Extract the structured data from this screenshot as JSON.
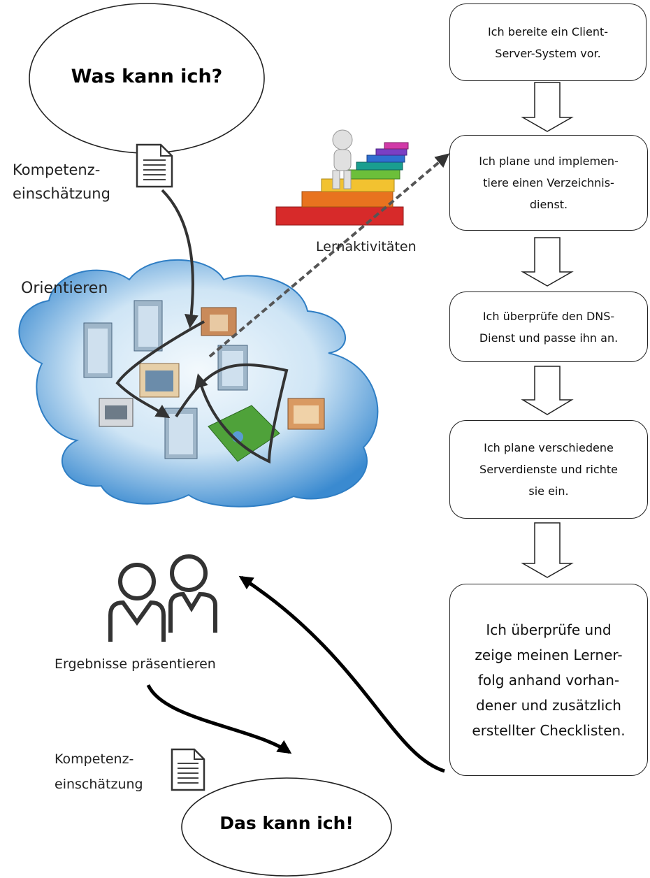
{
  "start": {
    "title": "Was kann ich?"
  },
  "end": {
    "title": "Das kann ich!"
  },
  "labels": {
    "assessment_top": [
      "Kompetenz-",
      "einschätzung"
    ],
    "orientieren": "Orientieren",
    "learning": "Lernaktivitäten",
    "present": "Ergebnisse präsentieren",
    "assessment_bottom": [
      "Kompetenz-",
      "einschätzung"
    ]
  },
  "steps": [
    {
      "lines": [
        "Ich bereite ein Client-",
        "Server-System vor."
      ]
    },
    {
      "lines": [
        "Ich plane und  implemen-",
        "tiere einen Verzeichnis-",
        "dienst."
      ]
    },
    {
      "lines": [
        "Ich überprüfe den  DNS-",
        "Dienst und passe ihn an."
      ]
    },
    {
      "lines": [
        "Ich plane verschiedene",
        "Serverdienste und richte",
        "sie ein."
      ]
    },
    {
      "lines": [
        "Ich überprüfe und",
        "zeige meinen Lerner-",
        "folg anhand vorhan-",
        "dener und zusätzlich",
        "erstellter Checklisten."
      ]
    }
  ],
  "colors": {
    "cloud_dark": "#2f7ec4",
    "cloud_light": "#eef6fc",
    "book_colors": [
      "#d72a2a",
      "#e8731f",
      "#f2c230",
      "#6cbf3a",
      "#1a9e8f",
      "#2f6fd1",
      "#7a3fc4",
      "#d13aa8"
    ]
  }
}
